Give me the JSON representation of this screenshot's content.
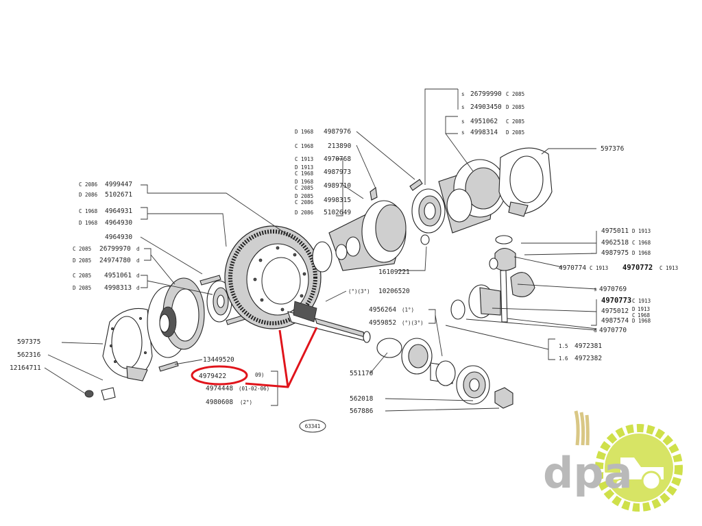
{
  "diagram_number": "63341",
  "labels": {
    "l_26799990": "26799990",
    "l_24903450": "24903450",
    "l_4951062": "4951062",
    "l_4998314": "4998314",
    "l_597376": "597376",
    "l_4987976": "4987976",
    "l_213890": "213890",
    "l_4970768": "4970768",
    "l_4987973": "4987973",
    "l_4989710": "4989710",
    "l_4998315": "4998315",
    "l_5102649": "5102649",
    "l_4999447": "4999447",
    "l_5102671": "5102671",
    "l_4964931": "4964931",
    "l_4964930a": "4964930",
    "l_4964930b": "4964930",
    "l_26799970": "26799970",
    "l_24974780": "24974780",
    "l_4951061": "4951061",
    "l_4998313": "4998313",
    "l_16109221": "16109221",
    "l_10206520": "10206520",
    "l_4956264": "4956264",
    "l_4959852": "4959852",
    "l_4975011": "4975011",
    "l_4962518": "4962518",
    "l_4987975": "4987975",
    "l_4970774": "4970774",
    "l_4970772": "4970772",
    "l_4970769": "4970769",
    "l_4970773": "4970773",
    "l_4975012": "4975012",
    "l_4987574": "4987574",
    "l_4970770": "4970770",
    "l_4972381": "4972381",
    "l_4972382": "4972382",
    "l_597375": "597375",
    "l_562316": "562316",
    "l_12164711": "12164711",
    "l_13449520": "13449520",
    "l_4979422": "4979422",
    "l_4974448": "4974448",
    "l_4980608": "4980608",
    "l_551170": "551170",
    "l_562018": "562018",
    "l_567886": "567886"
  },
  "codes": {
    "s": "s",
    "c": "C",
    "d": "D",
    "dl": "d",
    "c1968": "C 1968",
    "c1913": "C 1913",
    "d1968": "D 1968",
    "d1913": "D 1913",
    "c2085": "C 2085",
    "d2085": "D 2085",
    "c2086": "C 2086",
    "d2086": "D 2086",
    "y2085": "2085",
    "y2086": "2086",
    "y1913": "1913",
    "y1968": "1968",
    "gear_ratio": "(°)(3°)",
    "first": "(1°)",
    "first_third": "(°)(3°)",
    "r09": "09)",
    "r010206": "(01-02-06)",
    "second": "(2°)",
    "dim15": "1.5",
    "dim16": "1.6"
  },
  "logo": {
    "text": "dpa",
    "colors": {
      "gray": "#b9b9b9",
      "green": "#cfe04a"
    }
  },
  "highlight": {
    "part": "4979422",
    "color": "#e0141b"
  }
}
